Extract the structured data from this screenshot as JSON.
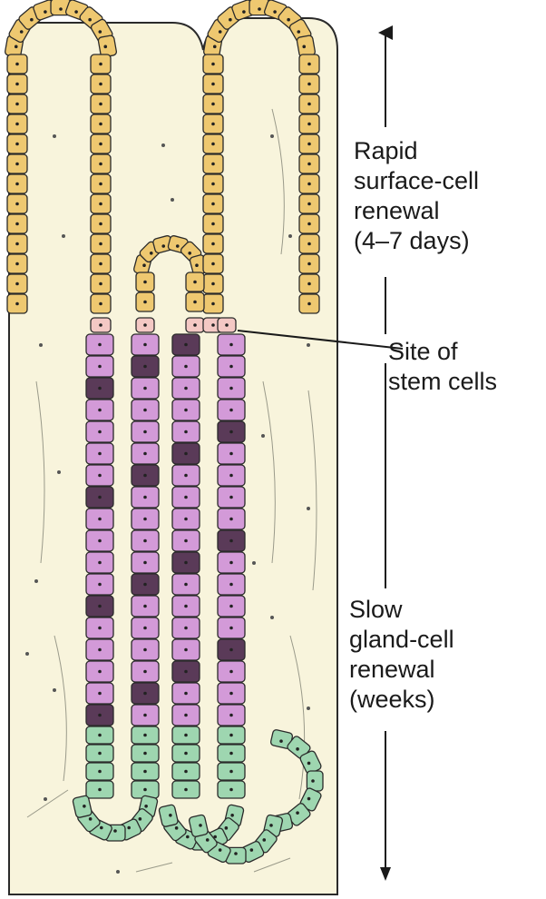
{
  "labels": {
    "rapid": [
      "Rapid",
      "surface-cell",
      "renewal",
      "(4–7 days)"
    ],
    "stem": [
      "Site of",
      "stem cells"
    ],
    "slow": [
      "Slow",
      "gland-cell",
      "renewal",
      "(weeks)"
    ]
  },
  "colors": {
    "lamina": "#f8f4dc",
    "surface_cell": "#eec870",
    "stem_cell": "#f4c8c4",
    "gland_cell": "#d39ad8",
    "dark_cell": "#5a3a58",
    "base_cell": "#9ed6b0",
    "outline": "#2a2a2a"
  }
}
